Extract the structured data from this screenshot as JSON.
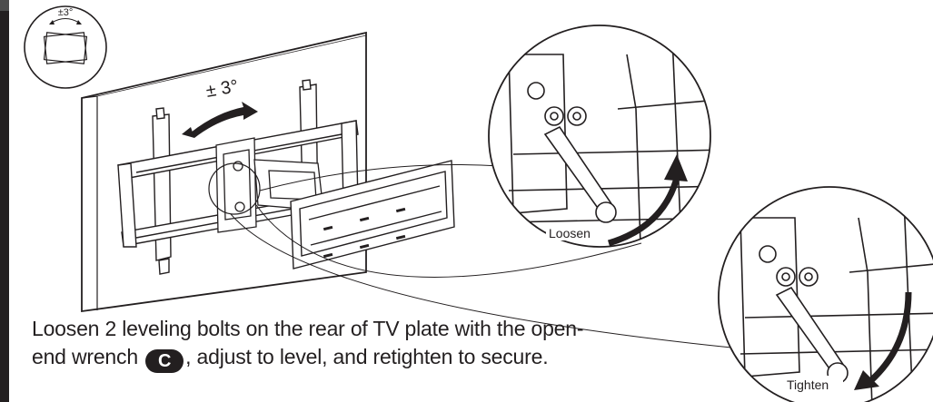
{
  "rotation_tilt_badge": "±3°",
  "rotation_label": "± 3°",
  "loosen_label": "Loosen",
  "tighten_label": "Tighten",
  "instruction": {
    "before_badge": "Loosen 2 leveling bolts on the rear of TV plate with the open- end wrench",
    "badge_letter": "C",
    "after_badge": ", adjust to level, and retighten to secure."
  },
  "colors": {
    "ink": "#231f20",
    "sidebar": "#231f20",
    "background": "#ffffff"
  }
}
